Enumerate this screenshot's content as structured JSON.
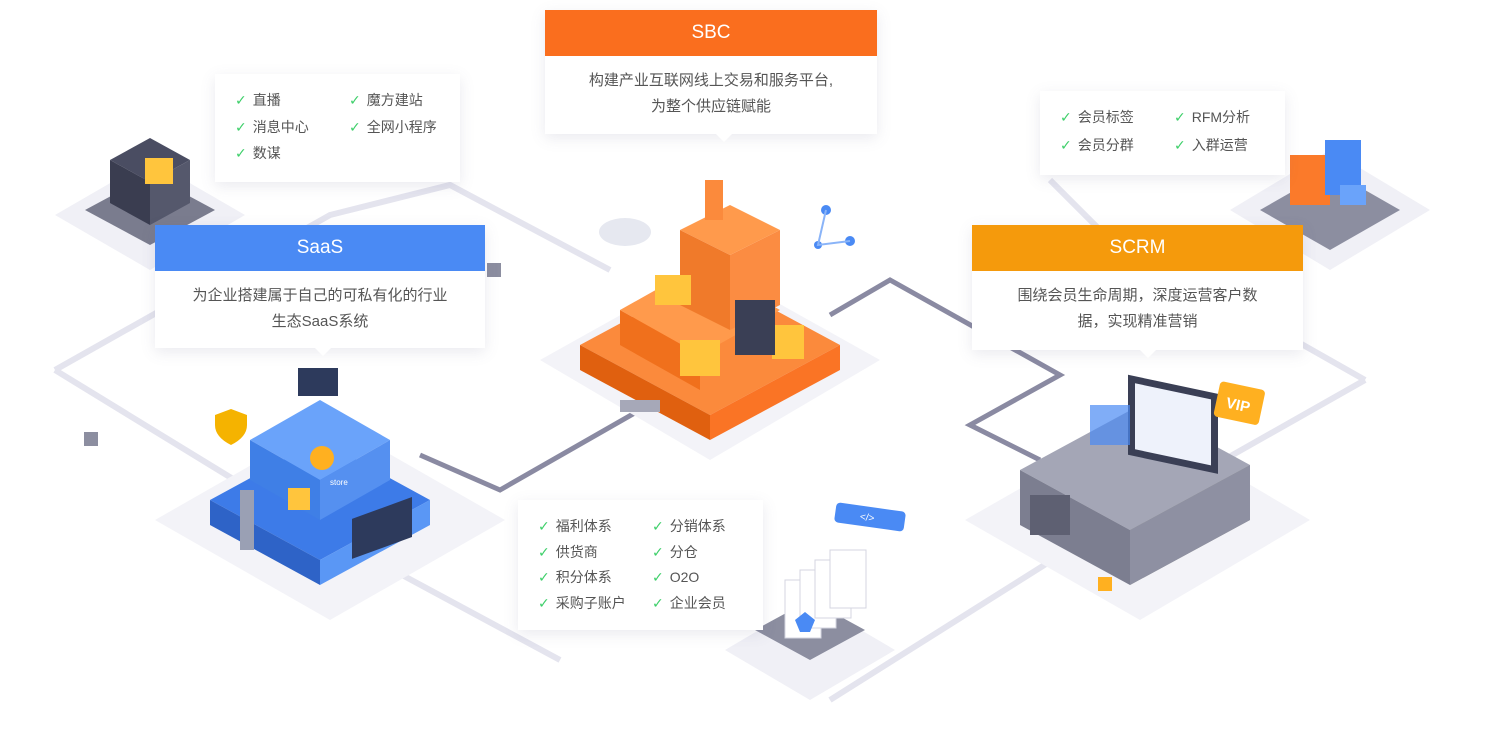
{
  "sbc": {
    "title": "SBC",
    "desc_line1": "构建产业互联网线上交易和服务平台,",
    "desc_line2": "为整个供应链赋能",
    "color": "#fa6e1e"
  },
  "saas": {
    "title": "SaaS",
    "desc_line1": "为企业搭建属于自己的可私有化的行业",
    "desc_line2": "生态SaaS系统",
    "color": "#4a8af4"
  },
  "scrm": {
    "title": "SCRM",
    "desc_line1": "围绕会员生命周期，深度运营客户数",
    "desc_line2": "据，实现精准营销",
    "color": "#f59a0c"
  },
  "saas_features": [
    "直播",
    "魔方建站",
    "消息中心",
    "全网小程序",
    "数谋"
  ],
  "scrm_features": [
    "会员标签",
    "RFM分析",
    "会员分群",
    "入群运营"
  ],
  "sbc_features": [
    "福利体系",
    "分销体系",
    "供货商",
    "分仓",
    "积分体系",
    "O2O",
    "采购子账户",
    "企业会员"
  ],
  "labels": {
    "vip": "VIP",
    "store": "store",
    "code": "</>"
  }
}
